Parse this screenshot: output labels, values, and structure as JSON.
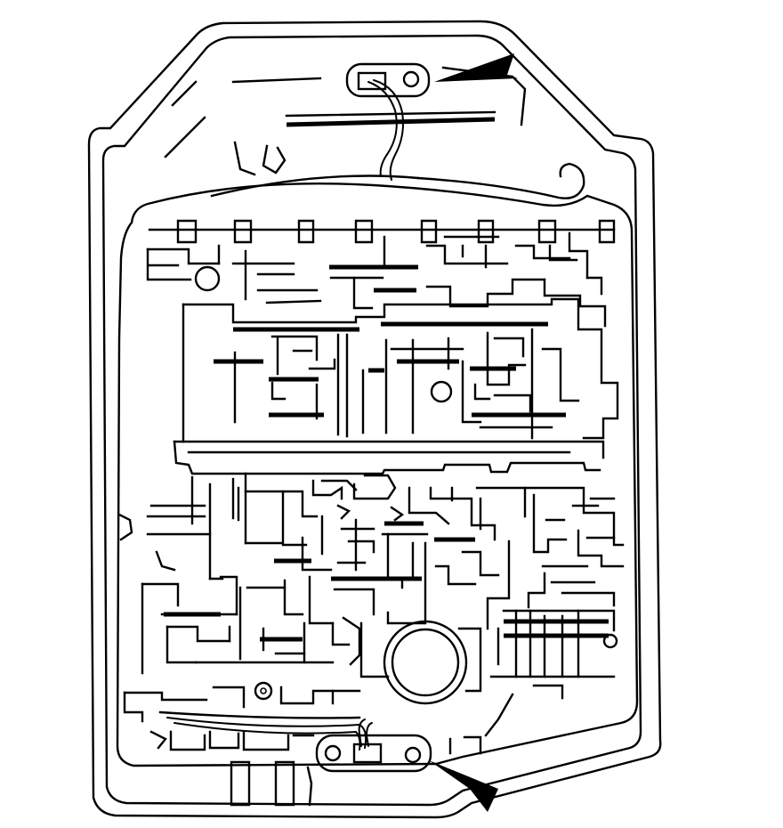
{
  "diagram": {
    "colors": {
      "line": "#000000",
      "background": "#ffffff"
    },
    "components": [
      "valve-body-housing",
      "upper-connector-plate",
      "lower-connector-plate",
      "upper-arrow-indicator",
      "lower-arrow-indicator",
      "accumulator-ring",
      "small-bolt-hole"
    ],
    "arrow_count": 2
  }
}
